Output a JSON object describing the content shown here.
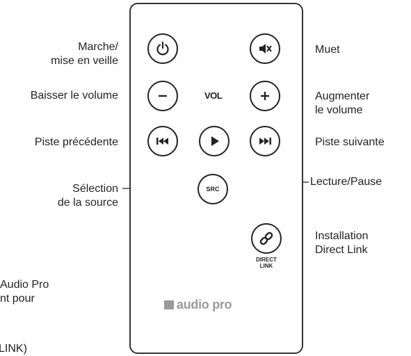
{
  "labels": {
    "power": [
      "Marche/",
      "mise en veille"
    ],
    "mute": "Muet",
    "volume_down": "Baisser le volume",
    "volume_up": [
      "Augmenter",
      "le volume"
    ],
    "prev": "Piste précédente",
    "next": "Piste suivante",
    "play_pause": "Lecture/Pause",
    "source": [
      "Sélection",
      "de la source"
    ],
    "direct_link": [
      "Installation",
      "Direct Link"
    ]
  },
  "remote": {
    "vol_text": "VOL",
    "src_text": "SRC",
    "direct_link_text": "DIRECT\nLINK",
    "brand": "audio pro"
  },
  "side_fragment": [
    "Audio Pro",
    "nt pour",
    "LINK)"
  ],
  "icons": {
    "power": "power-icon",
    "mute": "mute-icon",
    "minus": "minus-icon",
    "plus": "plus-icon",
    "prev": "skip-previous-icon",
    "play": "play-icon",
    "next": "skip-next-icon",
    "link": "link-icon"
  },
  "colors": {
    "ink": "#222222",
    "brand_gray": "#9a9a9a"
  }
}
